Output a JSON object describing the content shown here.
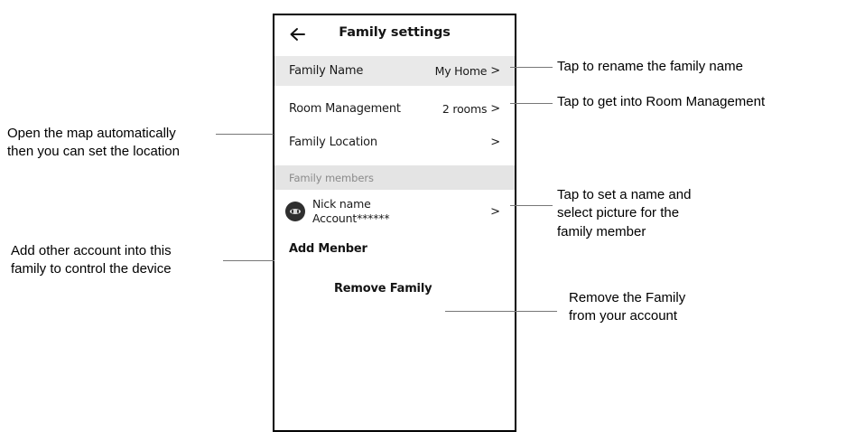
{
  "phone": {
    "header": {
      "back_icon": "back-arrow-icon",
      "title": "Family settings"
    },
    "rows": [
      {
        "label": "Family Name",
        "value": "My Home",
        "chevron": ">",
        "highlight": true
      },
      {
        "label": "Room Management",
        "value": "2 rooms",
        "chevron": ">",
        "highlight": false
      },
      {
        "label": "Family Location",
        "value": "",
        "chevron": ">",
        "highlight": false
      }
    ],
    "members_section": {
      "band_label": "Family members",
      "member": {
        "avatar_icon": "user-avatar-icon",
        "nick_name": "Nick name",
        "account": "Account******",
        "chevron": ">"
      },
      "add_member_label": "Add Menber"
    },
    "remove_family_label": "Remove Family"
  },
  "annotations": {
    "left": [
      {
        "text": "Open the map automatically\nthen you can set the location"
      },
      {
        "text": "Add other account into this\nfamily to control the device"
      }
    ],
    "right": [
      {
        "text": "Tap to rename the family name"
      },
      {
        "text": "Tap to get into Room Management"
      },
      {
        "text": "Tap to set a name and\nselect picture for the\nfamily member"
      },
      {
        "text": "Remove the Family\nfrom your account"
      }
    ]
  },
  "colors": {
    "frame_border": "#000000",
    "row_highlight": "#e9e9e9",
    "band_bg": "#e4e4e4",
    "band_text": "#8a8a8a",
    "leader_line": "#777777",
    "text_primary": "#1a1a1a"
  }
}
